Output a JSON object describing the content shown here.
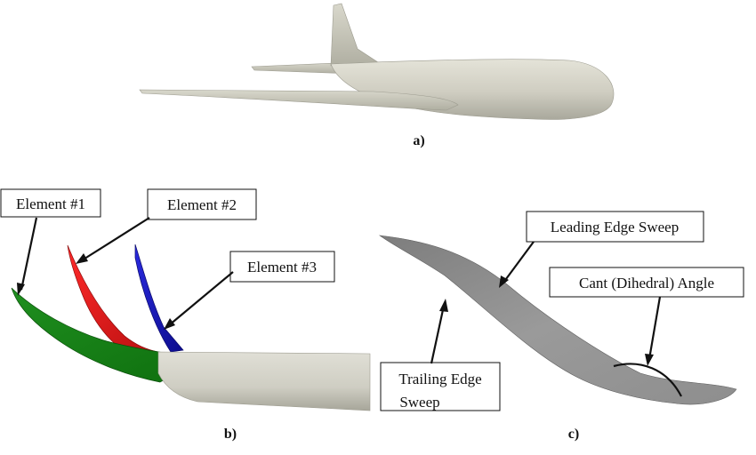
{
  "panels": {
    "a": {
      "label": "a)"
    },
    "b": {
      "label": "b)"
    },
    "c": {
      "label": "c)"
    }
  },
  "callouts": {
    "element_1": "Element #1",
    "element_2": "Element #2",
    "element_3": "Element #3",
    "leading_edge_sweep": "Leading Edge Sweep",
    "cant_dihedral_angle": "Cant (Dihedral) Angle",
    "trailing_edge_sweep_line1": "Trailing Edge",
    "trailing_edge_sweep_line2": "Sweep"
  },
  "colors": {
    "body_gray": "#c9c8bb",
    "element_1": "#1f8f1f",
    "element_2": "#e01818",
    "element_3": "#1414b4",
    "winglet_gray": "#8a8a8a"
  }
}
